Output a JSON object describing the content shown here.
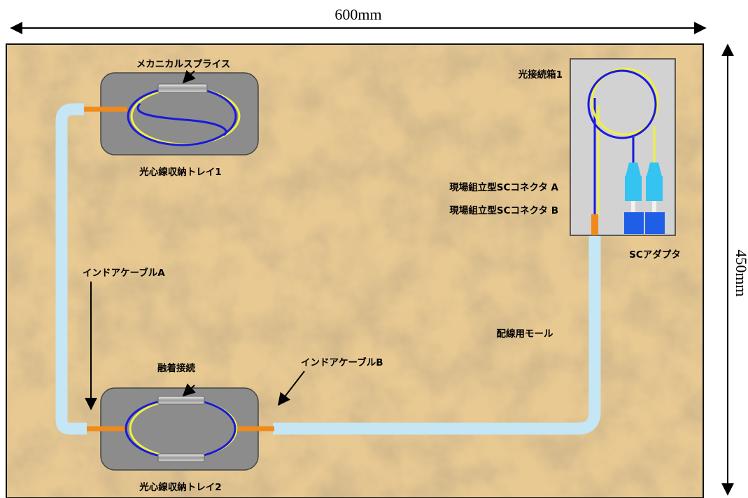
{
  "dimensions": {
    "width_label": "600mm",
    "height_label": "450mm"
  },
  "labels": {
    "mechanical_splice": "メカニカルスプライス",
    "tray1": "光心線収納トレイ1",
    "tray2": "光心線収納トレイ2",
    "fusion_splice": "融着接続",
    "indoor_cable_a": "インドアケーブルA",
    "indoor_cable_b": "インドアケーブルB",
    "box": "光接続箱1",
    "connector_a": "現場組立型SCコネクタ A",
    "connector_b": "現場組立型SCコネクタ B",
    "sc_adapter": "SCアダプタ",
    "molding": "配線用モール"
  },
  "colors": {
    "board": "#e8c992",
    "board_border": "#111111",
    "tray": "#8c8c8c",
    "box": "#d2d2d2",
    "conduit": "#c5e6f4",
    "cable_orange": "#f08a1a",
    "fiber_blue": "#1a1adc",
    "fiber_yellow": "#f0f040",
    "connector_cyan": "#35c3f2",
    "adapter_blue": "#1f5fe8"
  }
}
